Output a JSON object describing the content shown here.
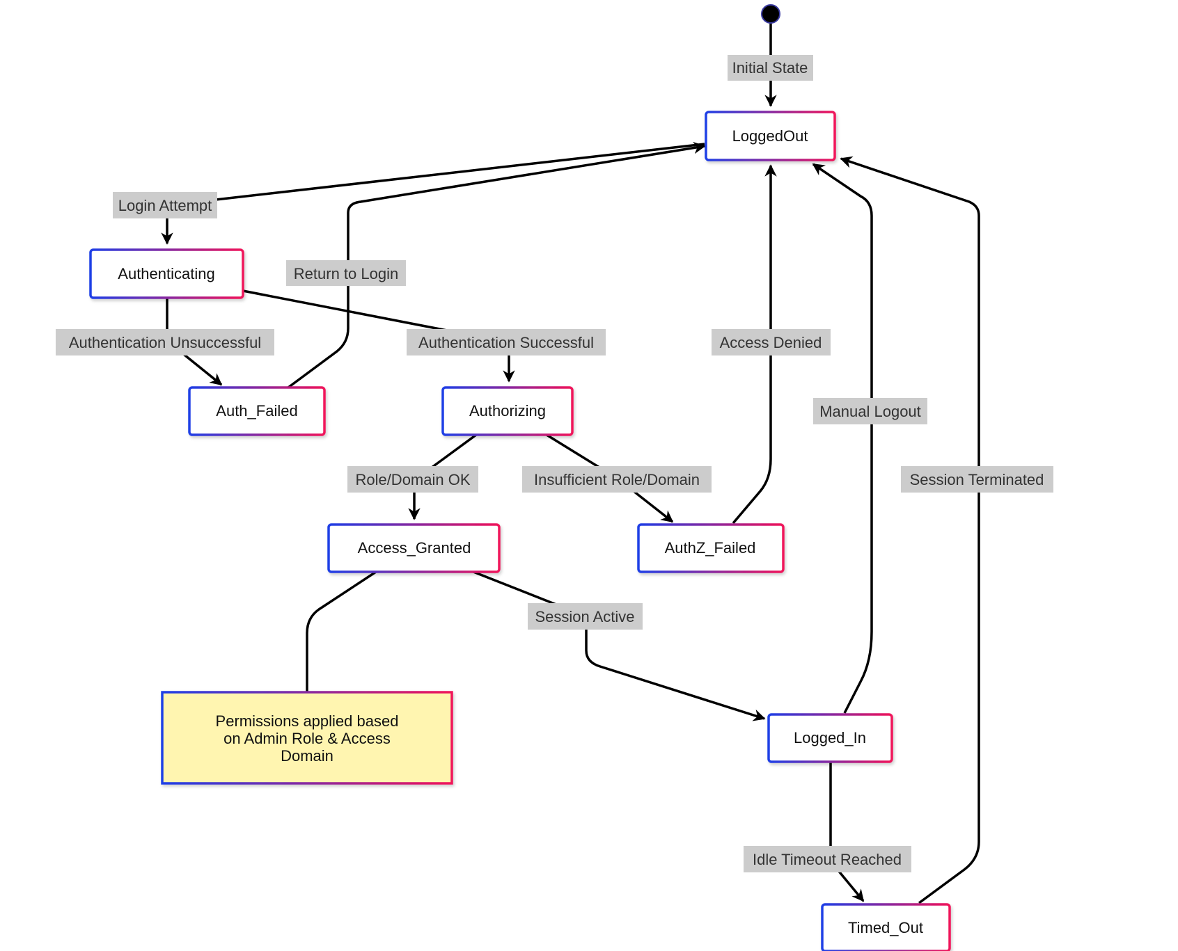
{
  "colors": {
    "state_border_start": "#1f3fe6",
    "state_border_end": "#f0135a",
    "state_fill": "#ffffff",
    "label_bg": "#cccccc",
    "note_fill": "#fff5b0",
    "edge": "#000000",
    "initial_dot": "#000000"
  },
  "states": {
    "logged_out": "LoggedOut",
    "authenticating": "Authenticating",
    "auth_failed": "Auth_Failed",
    "authorizing": "Authorizing",
    "access_granted": "Access_Granted",
    "authz_failed": "AuthZ_Failed",
    "logged_in": "Logged_In",
    "timed_out": "Timed_Out"
  },
  "transitions": {
    "initial_state": "Initial State",
    "login_attempt": "Login Attempt",
    "return_to_login": "Return to Login",
    "authentication_unsuccessful": "Authentication Unsuccessful",
    "authentication_successful": "Authentication Successful",
    "access_denied": "Access Denied",
    "manual_logout": "Manual Logout",
    "session_terminated": "Session Terminated",
    "role_domain_ok": "Role/Domain OK",
    "insufficient_role_domain": "Insufficient Role/Domain",
    "session_active": "Session Active",
    "idle_timeout_reached": "Idle Timeout Reached"
  },
  "note": {
    "lines": [
      "Permissions applied based",
      "on Admin Role & Access",
      "Domain"
    ]
  }
}
